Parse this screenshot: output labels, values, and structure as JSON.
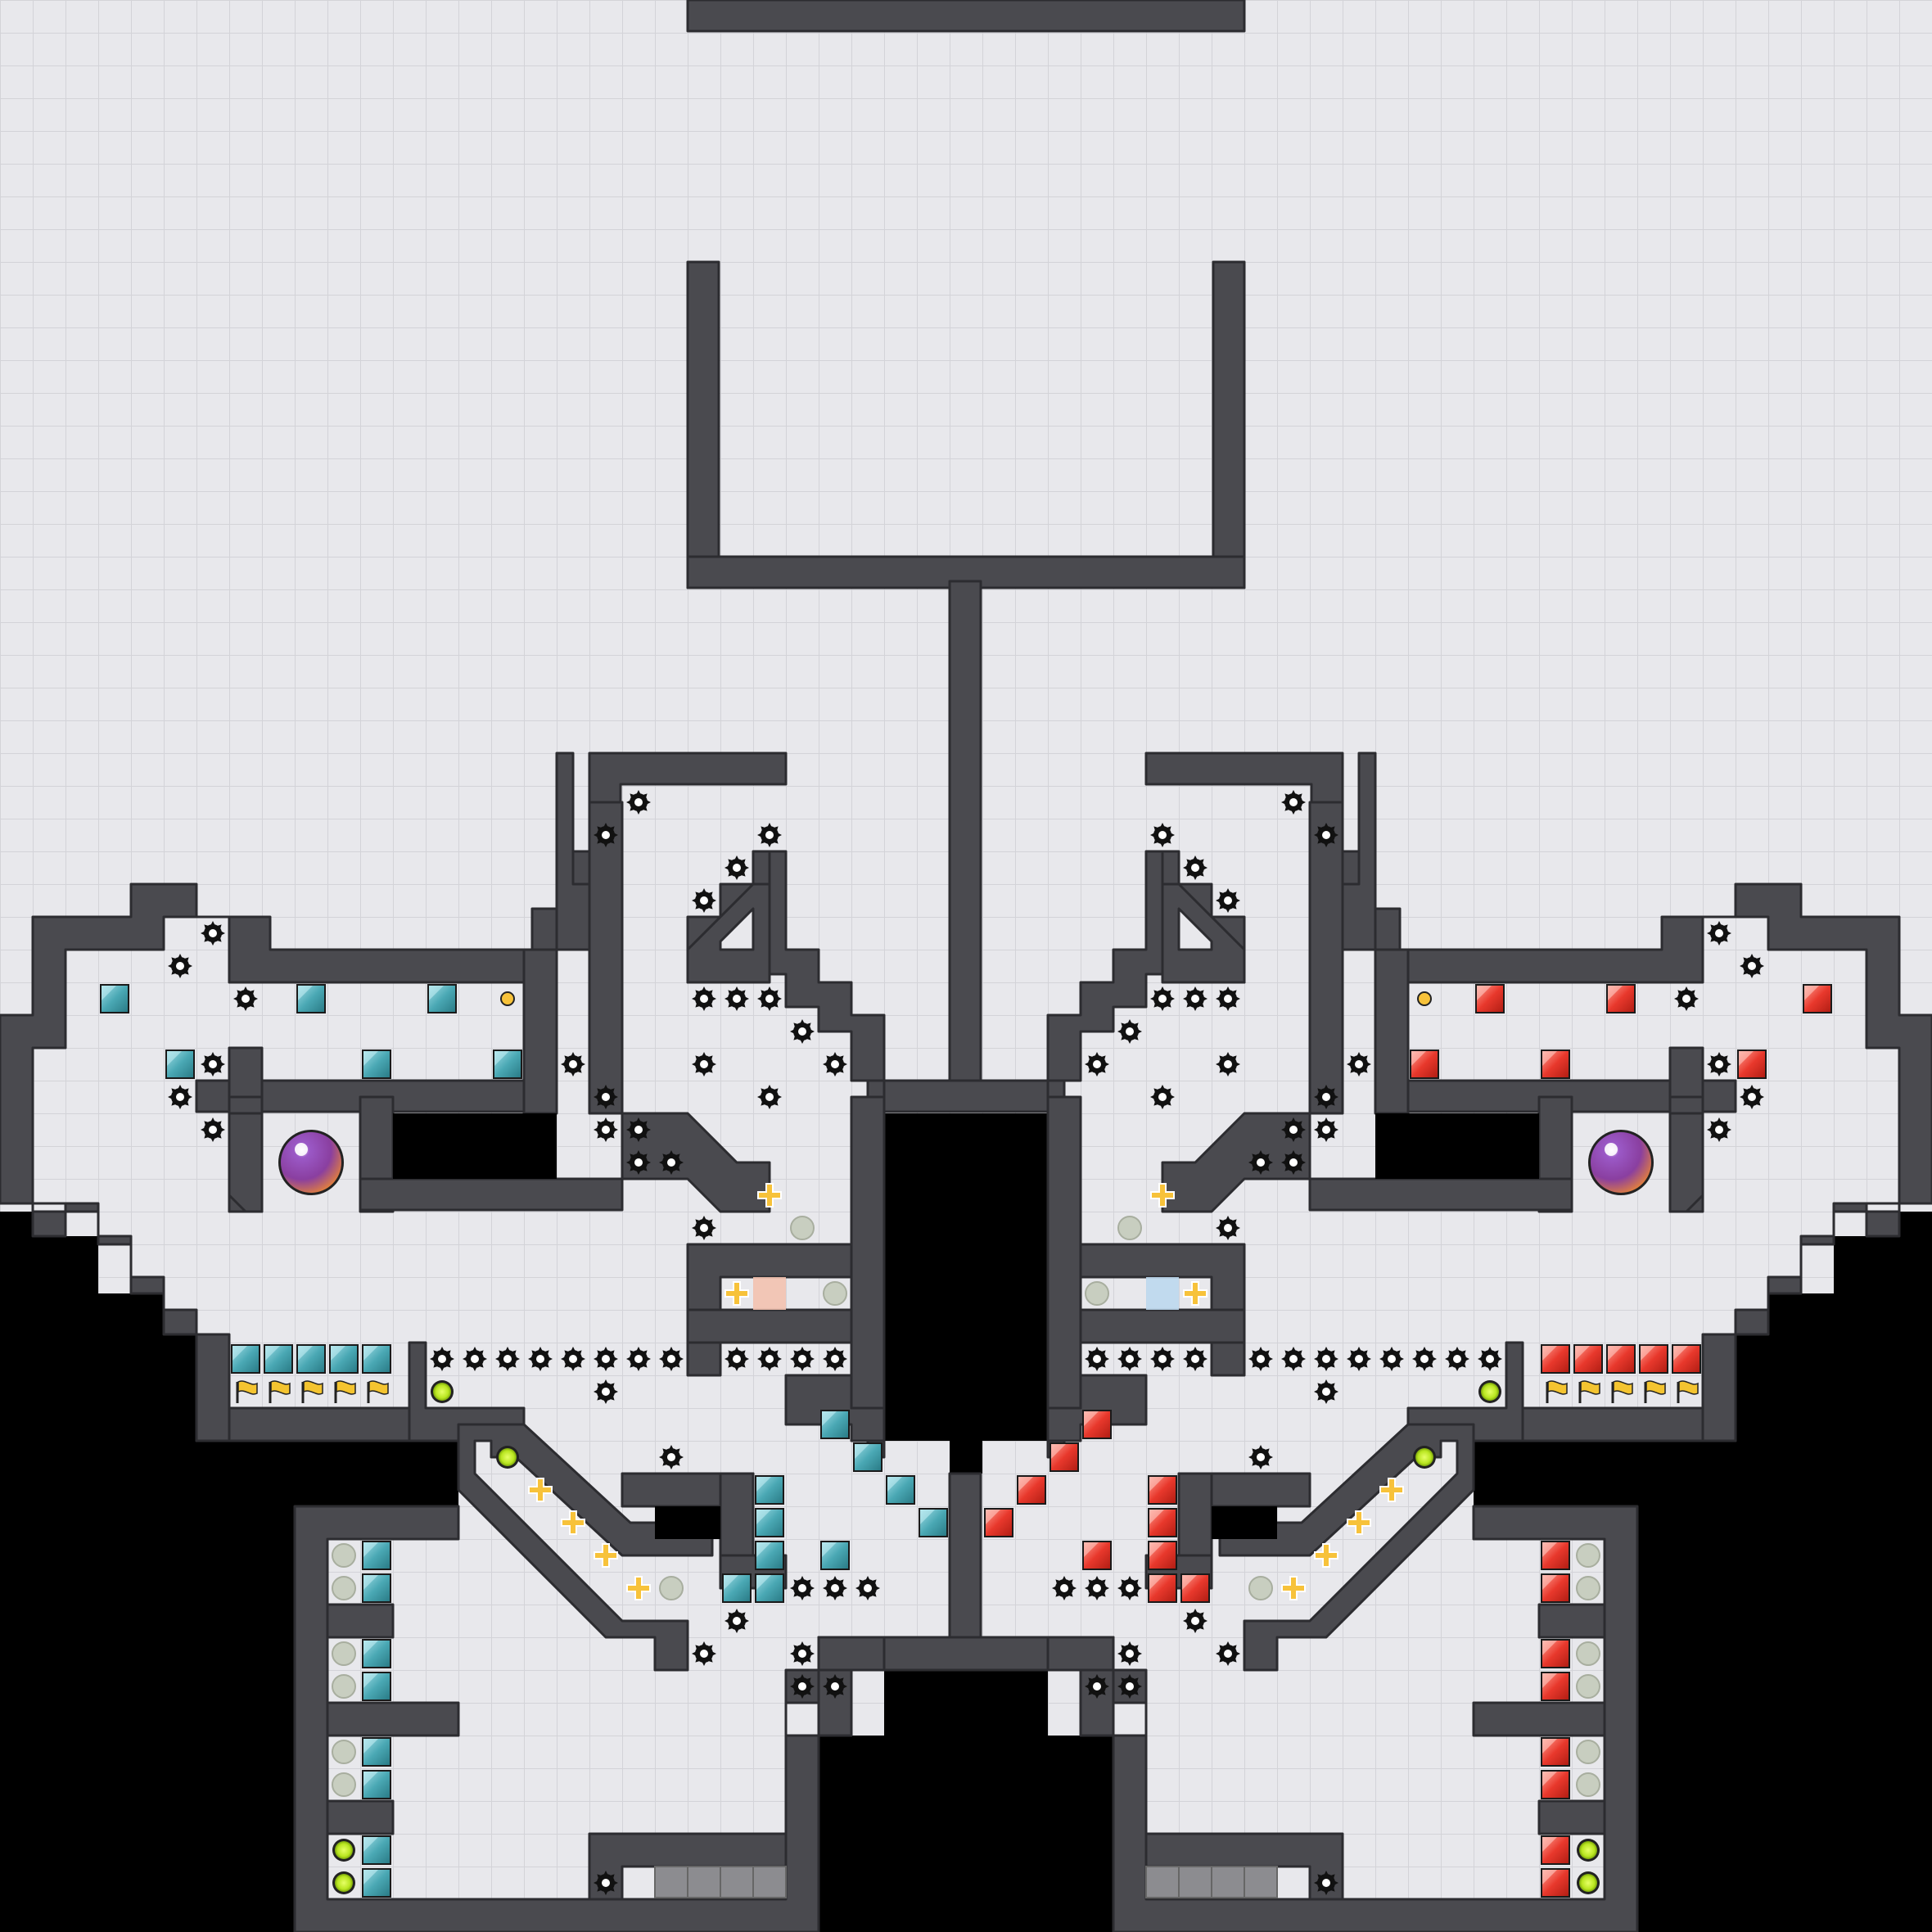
{
  "map": {
    "tile_units": 59,
    "background_color": "#000000",
    "floor_color": "#e8e8ec",
    "grid_line_color": "#d3d3d8",
    "wall_color": "#4a4a4f",
    "wall_edge_color": "#2c2c30",
    "void_color": "#000000"
  },
  "teams": [
    {
      "name": "teal",
      "tile_color": "#4aa8b4",
      "tile_color_dark": "#2f7e8a",
      "side": "left"
    },
    {
      "name": "red",
      "tile_color": "#e8382c",
      "tile_color_dark": "#b22318",
      "side": "right"
    }
  ],
  "pickups": {
    "powerup_color": "#f7c23a",
    "bomb_color": "#111111",
    "boost_color": "#b9e620",
    "neutral_dot_color": "#c8cec0",
    "flag_color": "#f4c430",
    "portal_color_outer": "#e07a2e",
    "portal_color_inner": "#7b3a9c"
  },
  "icons": {
    "spike": "spike-icon",
    "boost": "boost-icon",
    "powerup": "powerup-icon",
    "flag": "flag-icon",
    "portal": "portal-icon",
    "gate": "gate-icon",
    "speed_pad": "speed-pad-icon"
  }
}
